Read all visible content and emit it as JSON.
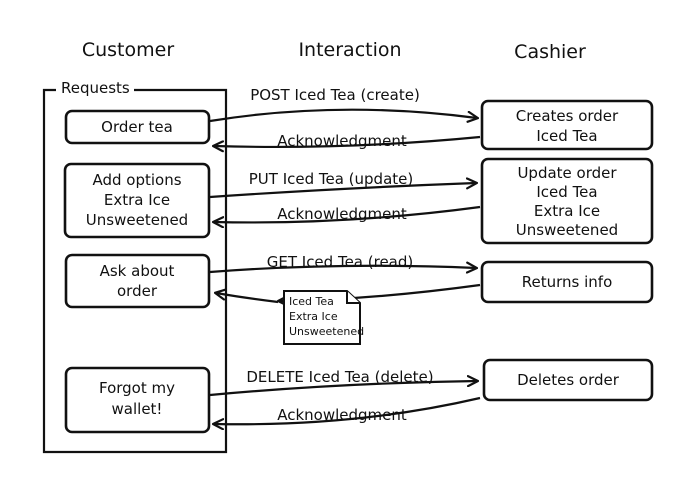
{
  "headers": {
    "customer": "Customer",
    "interaction": "Interaction",
    "cashier": "Cashier"
  },
  "requests_label": "Requests",
  "customer_boxes": {
    "order_tea": [
      "Order tea"
    ],
    "add_options": [
      "Add options",
      "Extra Ice",
      "Unsweetened"
    ],
    "ask_about": [
      "Ask about",
      "order"
    ],
    "forgot_wallet": [
      "Forgot my",
      "wallet!"
    ]
  },
  "cashier_boxes": {
    "creates_order": [
      "Creates order",
      "Iced Tea"
    ],
    "update_order": [
      "Update order",
      "Iced Tea",
      "Extra Ice",
      "Unsweetened"
    ],
    "returns_info": [
      "Returns info"
    ],
    "deletes_order": [
      "Deletes order"
    ]
  },
  "interactions": {
    "post": "POST Iced Tea (create)",
    "ack1": "Acknowledgment",
    "put": "PUT Iced Tea (update)",
    "ack2": "Acknowledgment",
    "get": "GET Iced Tea (read)",
    "delete": "DELETE Iced Tea (delete)",
    "ack3": "Acknowledgment"
  },
  "response_note": [
    "Iced Tea",
    "Extra Ice",
    "Unsweetened"
  ]
}
